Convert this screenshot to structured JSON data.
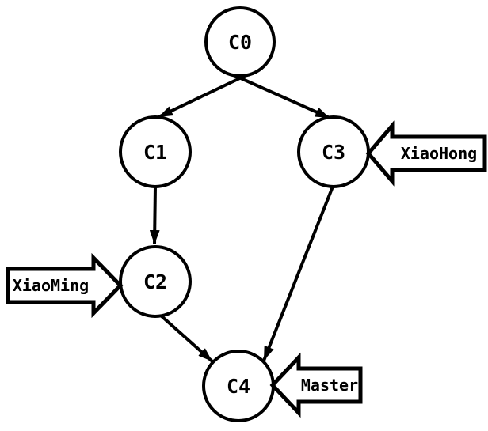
{
  "diagram": {
    "nodes": [
      {
        "id": "C0",
        "label": "C0"
      },
      {
        "id": "C1",
        "label": "C1"
      },
      {
        "id": "C2",
        "label": "C2"
      },
      {
        "id": "C3",
        "label": "C3"
      },
      {
        "id": "C4",
        "label": "C4"
      }
    ],
    "edges": [
      {
        "from": "C0",
        "to": "C1"
      },
      {
        "from": "C0",
        "to": "C3"
      },
      {
        "from": "C1",
        "to": "C2"
      },
      {
        "from": "C2",
        "to": "C4"
      },
      {
        "from": "C3",
        "to": "C4"
      }
    ],
    "pointers": [
      {
        "label": "XiaoMing",
        "points_to": "C2",
        "arrow_direction": "right"
      },
      {
        "label": "XiaoHong",
        "points_to": "C3",
        "arrow_direction": "left"
      },
      {
        "label": "Master",
        "points_to": "C4",
        "arrow_direction": "left"
      }
    ],
    "colors": {
      "stroke": "#000000",
      "node_fill": "#ffffff",
      "text": "#000000",
      "background": "#ffffff"
    }
  }
}
